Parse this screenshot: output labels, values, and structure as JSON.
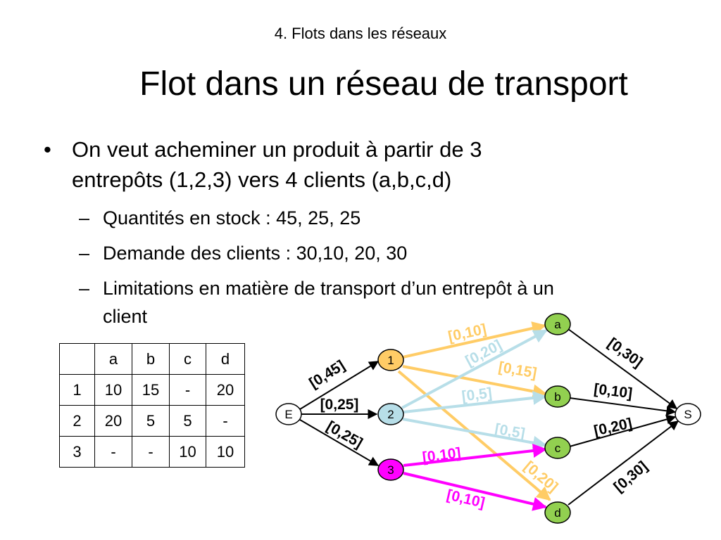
{
  "header": {
    "section": "4.  Flots dans les réseaux",
    "title": "Flot dans un réseau de transport"
  },
  "bullets": {
    "main_line1": "On veut acheminer un produit à partir de 3",
    "main_line2": "entrepôts (1,2,3) vers 4 clients (a,b,c,d)",
    "mark": "•",
    "dash": "–",
    "sub1": "Quantités en stock : 45, 25, 25",
    "sub2": "Demande des clients : 30,10, 20, 30",
    "sub3_line1": "Limitations en matière de transport d’un entrepôt à un",
    "sub3_line2": "client"
  },
  "table": {
    "header": [
      "",
      "a",
      "b",
      "c",
      "d"
    ],
    "rows": [
      [
        "1",
        "10",
        "15",
        "-",
        "20"
      ],
      [
        "2",
        "20",
        "5",
        "5",
        "-"
      ],
      [
        "3",
        "-",
        "-",
        "10",
        "10"
      ]
    ]
  },
  "graph": {
    "colors": {
      "from1": "#FFCC66",
      "from2": "#B7DEE8",
      "from3": "#FF00FF",
      "black": "#000000",
      "node_green": "#92D050",
      "node_orange": "#FFCC66",
      "node_blue": "#B7DEE8",
      "node_magenta": "#FF00FF"
    },
    "nodes": {
      "E": "E",
      "n1": "1",
      "n2": "2",
      "n3": "3",
      "a": "a",
      "b": "b",
      "c": "c",
      "d": "d",
      "S": "S"
    },
    "labels": {
      "E1": "[0,45]",
      "E2": "[0,25]",
      "E3": "[0,25]",
      "1a": "[0,10]",
      "1b": "[0,15]",
      "1d": "[0,20]",
      "2a": "[0,20]",
      "2b": "[0,5]",
      "2c": "[0,5]",
      "3c": "[0,10]",
      "3d": "[0,10]",
      "aS": "[0,30]",
      "bS": "[0,10]",
      "cS": "[0,20]",
      "dS": "[0,30]"
    }
  }
}
